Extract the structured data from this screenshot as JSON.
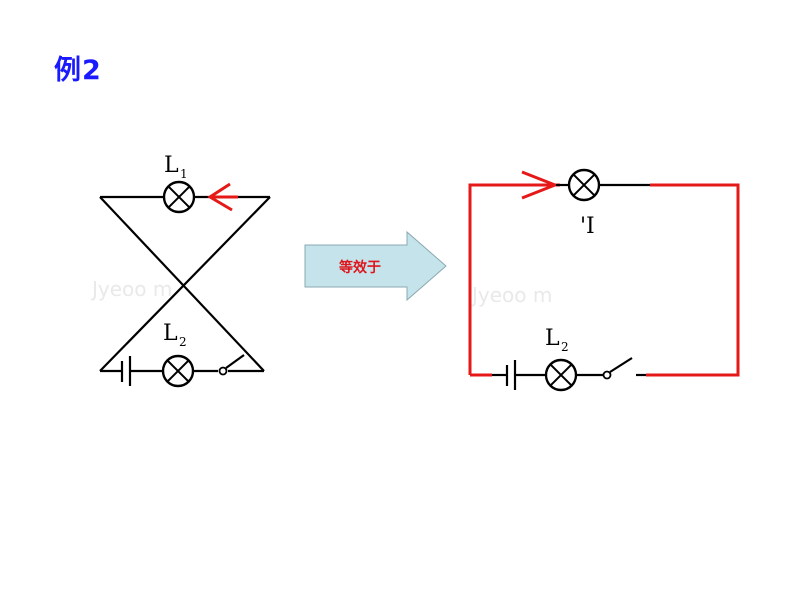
{
  "slide": {
    "title": "例2"
  },
  "left_circuit": {
    "lamp1_label": "L",
    "lamp1_subscript": "1",
    "lamp2_label": "L",
    "lamp2_subscript": "2",
    "watermark": "Jyeoo  m"
  },
  "transform_arrow": {
    "label": "等效于",
    "fill_color": "#c5e3ea",
    "stroke_color": "#8aa9b0"
  },
  "right_circuit": {
    "lamp1_label": "'I",
    "lamp2_label": "L",
    "lamp2_subscript": "2",
    "watermark": "Jyeoo    m"
  },
  "colors": {
    "title": "#1a1aff",
    "highlight": "#e61919",
    "wire": "#000000"
  }
}
